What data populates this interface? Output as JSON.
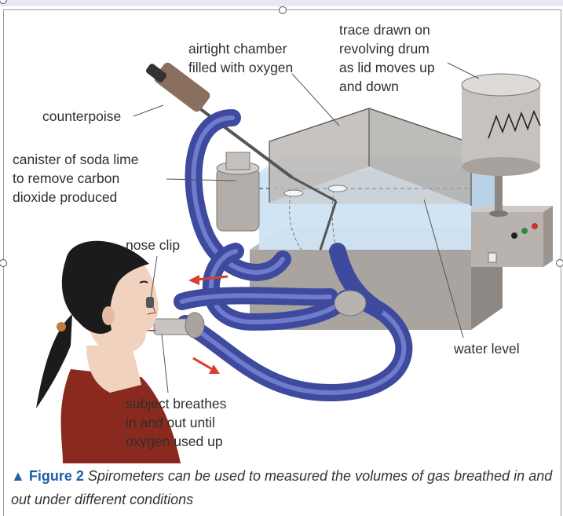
{
  "labels": {
    "airtight": "airtight chamber\nfilled with oxygen",
    "trace": "trace drawn on\nrevolving drum\nas lid moves up\nand down",
    "counterpoise": "counterpoise",
    "canister": "canister of soda lime\nto remove carbon\ndioxide produced",
    "nose_clip": "nose clip",
    "water_level": "water level",
    "subject": "subject breathes\nin and out until\noxygen used up"
  },
  "caption": {
    "marker": "▲",
    "figure": "Figure 2",
    "text": "Spirometers can be used to measured the volumes of gas breathed in and out under different conditions"
  },
  "colors": {
    "tube": "#3d4a9e",
    "tube_highlight": "#6f7ccc",
    "water": "#cfe3f3",
    "apparatus": "#a9a4a0",
    "apparatus_dark": "#8e8884",
    "arrow": "#d9402a",
    "caption_blue": "#1f5fa8",
    "hair": "#1b1b1b",
    "skin": "#f1d2bf",
    "shirt": "#8a2a1f"
  }
}
